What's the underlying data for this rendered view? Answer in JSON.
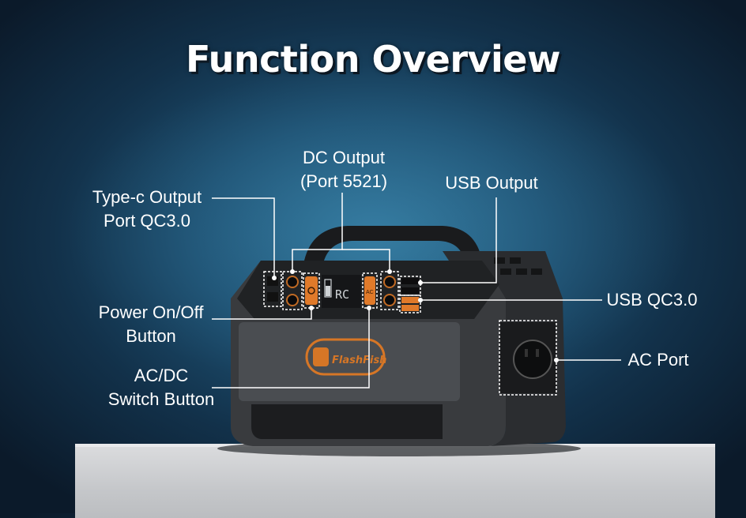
{
  "title": "Function Overview",
  "brand": "FlashFish",
  "display_text": "RC",
  "ac_button_text": "AC",
  "labels": {
    "dc_output_line1": "DC Output",
    "dc_output_line2": "(Port 5521)",
    "usb_output": "USB Output",
    "typec_line1": "Type-c Output",
    "typec_line2": "Port QC3.0",
    "power_line1": "Power On/Off",
    "power_line2": "Button",
    "acdc_line1": "AC/DC",
    "acdc_line2": "Switch Button",
    "usb_qc": "USB QC3.0",
    "ac_port": "AC Port"
  },
  "colors": {
    "accent_orange": "#e07a2a",
    "device_body": "#3a3c3f",
    "device_dark": "#1b1c1e",
    "panel_gray": "#4a4d51"
  }
}
